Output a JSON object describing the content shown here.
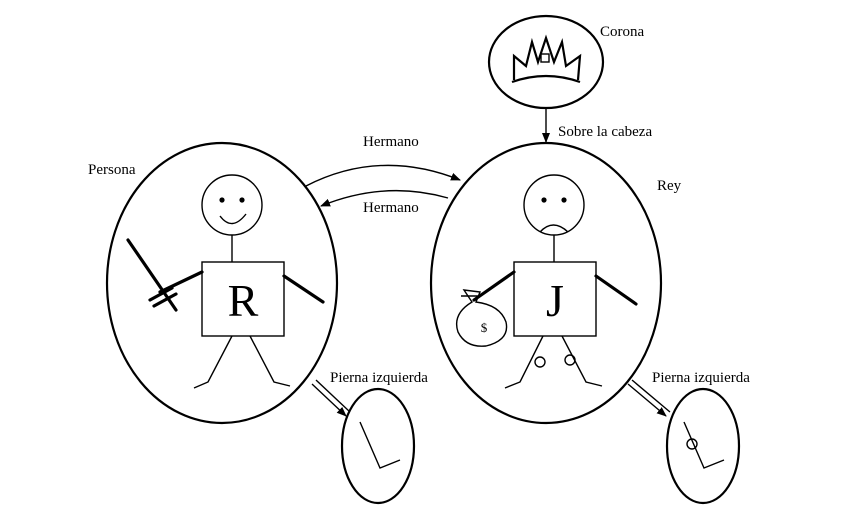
{
  "labels": {
    "persona": "Persona",
    "rey": "Rey",
    "corona": "Corona",
    "sobre_la_cabeza": "Sobre la cabeza",
    "hermano_top": "Hermano",
    "hermano_bottom": "Hermano",
    "pierna_izquierda_left": "Pierna izquierda",
    "pierna_izquierda_right": "Pierna izquierda"
  },
  "figures": {
    "left_letter": "R",
    "right_letter": "J",
    "money_bag_symbol": "$"
  },
  "icons": {
    "left_face": "smiling-face-icon",
    "right_face": "frowning-face-icon",
    "crown": "crown-icon",
    "sword": "sword-icon",
    "money_bag": "money-bag-icon"
  }
}
